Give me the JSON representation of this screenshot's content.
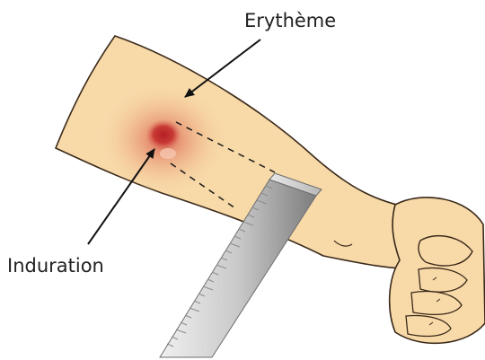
{
  "labels": {
    "erythema": "Erythème",
    "induration": "Induration"
  },
  "colors": {
    "skin": "#f8d9a8",
    "skin_outline": "#3a2a1a",
    "erythema_halo": "#eaa078",
    "induration_core": "#c42d2d",
    "ruler_light": "#d9d9d9",
    "ruler_dark": "#8a8a8a",
    "arrow": "#111111"
  },
  "icons": {
    "arm": "forearm-with-fist",
    "lesion": "tuberculin-skin-reaction",
    "ruler": "measuring-ruler"
  }
}
